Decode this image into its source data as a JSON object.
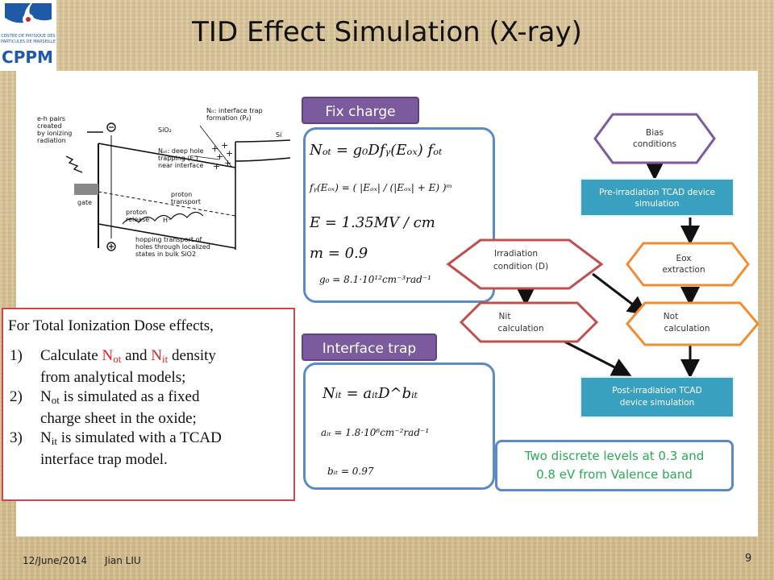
{
  "slide": {
    "title": "TID Effect Simulation (X-ray)",
    "logo_text": "CPPM",
    "logo_subtext_line1": "CENTRE DE PHYSIQUE DES",
    "logo_subtext_line2": "PARTICULES DE MARSEILLE",
    "footer_date": "12/June/2014",
    "footer_author": "Jian LIU",
    "page_number": "9"
  },
  "band_diagram": {
    "eh_pairs_1": "e-h pairs",
    "eh_pairs_2": "created",
    "eh_pairs_3": "by ionizing",
    "eh_pairs_4": "radiation",
    "sio2": "SiO₂",
    "si": "Si",
    "nit_label_1": "Nᵢₜ: interface trap",
    "nit_label_2": "formation (Pᵦ)",
    "not_label_1": "Nₒₜ: deep hole",
    "not_label_2": "trapping (E')",
    "not_label_3": "near interface",
    "gate": "gate",
    "proton_transport_1": "proton",
    "proton_transport_2": "transport",
    "proton_release_1": "proton",
    "proton_release_2": "release",
    "hplus": "H⁺",
    "hopping_1": "hopping transport of",
    "hopping_2": "holes through localized",
    "hopping_3": "states in bulk SiO2"
  },
  "summary": {
    "intro": "For Total Ionization Dose effects,",
    "item1_num": "1)",
    "item1_a": "Calculate ",
    "item1_not_main": "N",
    "item1_not_sub": "ot",
    "item1_mid": " and ",
    "item1_nit_main": "N",
    "item1_nit_sub": "it",
    "item1_b": " density",
    "item1_line2": "from analytical models;",
    "item2_num": "2)",
    "item2_main": "N",
    "item2_sub": "ot",
    "item2_text": " is simulated as a fixed",
    "item2_line2": "charge sheet in the oxide;",
    "item3_num": "3)",
    "item3_main": "N",
    "item3_sub": "it",
    "item3_text": " is simulated with a TCAD",
    "item3_line2": "interface trap model."
  },
  "fix_charge": {
    "tab": "Fix charge",
    "eq1": "Nₒₜ = g₀Dfᵧ(Eₒₓ) fₒₜ",
    "eq2": "fᵧ(Eₒₓ) = ( |Eₒₓ| / (|Eₒₓ| + E) )ᵐ",
    "eq3": "E = 1.35MV / cm",
    "eq4": "m = 0.9",
    "eq5": "g₀ = 8.1·10¹²cm⁻³rad⁻¹"
  },
  "interface_trap": {
    "tab": "Interface trap",
    "eq1": "Nᵢₜ = aᵢₜD^bᵢₜ",
    "eq2": "aᵢₜ = 1.8·10⁶cm⁻²rad⁻¹",
    "eq3": "bᵢₜ = 0.97"
  },
  "flowchart": {
    "bias_1": "Bias",
    "bias_2": "conditions",
    "pre_1": "Pre-irradiation TCAD device",
    "pre_2": "simulation",
    "eox_1": "Eox",
    "eox_2": "extraction",
    "irr_1": "Irradiation",
    "irr_2": "condition (D)",
    "nit_1": "Nit",
    "nit_2": "calculation",
    "not_1": "Not",
    "not_2": "calculation",
    "post_1": "Post-irradiation TCAD",
    "post_2": "device simulation"
  },
  "levels_note": {
    "line1": "Two discrete levels at 0.3 and",
    "line2": "0.8 eV from Valence band"
  },
  "colors": {
    "tab": "#7b5a9e",
    "box_border": "#5b8ac6",
    "teal_box": "#3aa0c0",
    "hex_purple": "#7b5a9e",
    "hex_red": "#c0504d",
    "hex_orange": "#f28c30",
    "text_red": "#e0201e",
    "text_green": "#2aaa55"
  }
}
